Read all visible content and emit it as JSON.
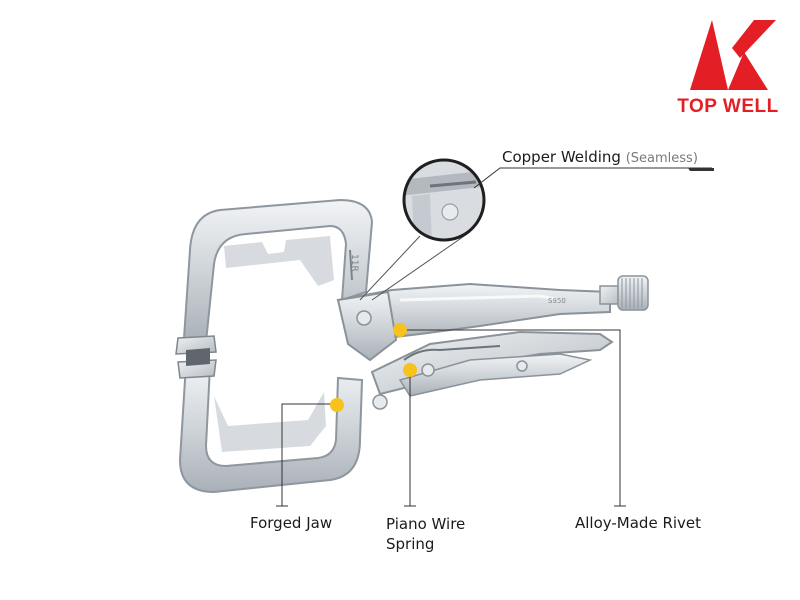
{
  "brand": {
    "name": "TOP WELL",
    "logo_icon": "topwell-k-logo-icon",
    "color": "#e31e24"
  },
  "product": {
    "image_icon": "c-clamp-locking-pliers-icon",
    "engraving": "11R"
  },
  "callouts": {
    "copper_welding": {
      "label": "Copper Welding",
      "note": "(Seamless)"
    },
    "forged_jaw": {
      "label": "Forged Jaw"
    },
    "piano_wire_spring": {
      "line1": "Piano Wire",
      "line2": "Spring"
    },
    "alloy_rivet": {
      "label": "Alloy-Made Rivet"
    }
  },
  "colors": {
    "marker": "#f6c21b",
    "leader_line": "#333333",
    "metal": "#d4d8dc"
  }
}
